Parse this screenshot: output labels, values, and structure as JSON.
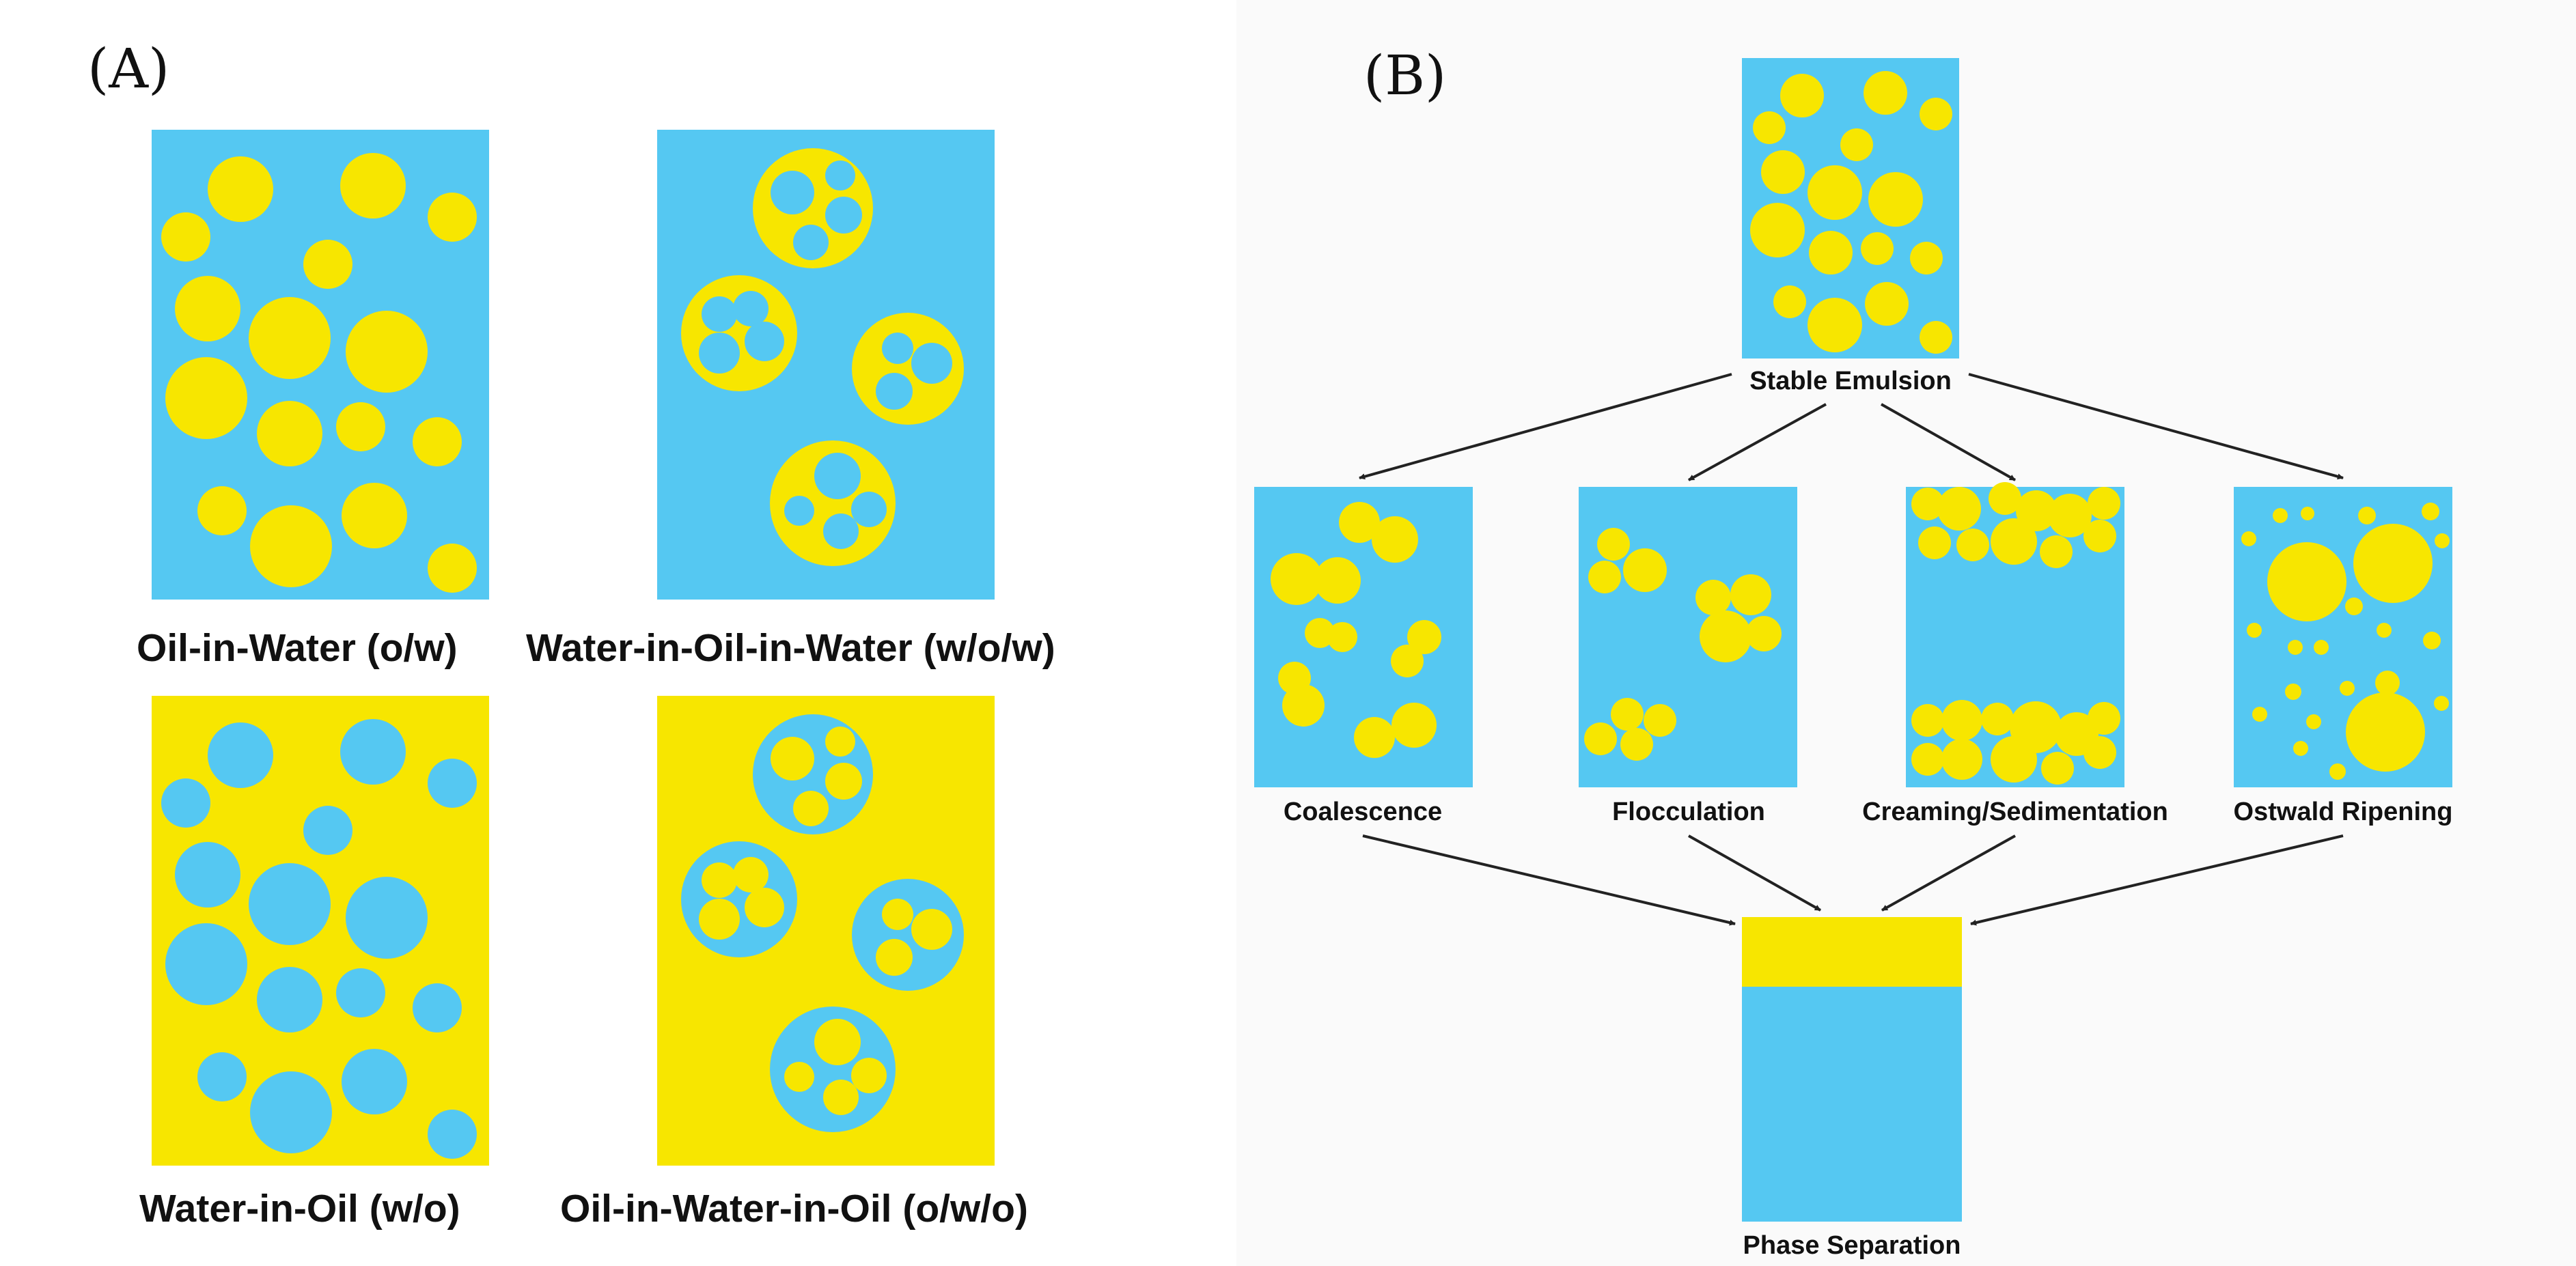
{
  "colors": {
    "water": "#55c8f2",
    "oil": "#f7e600",
    "arrow": "#222222",
    "text": "#111111",
    "panel_b_background": "#fafafa"
  },
  "panel_a": {
    "letter": "(A)",
    "types": [
      {
        "key": "ow",
        "caption": "Oil-in-Water (o/w)"
      },
      {
        "key": "wow",
        "caption": "Water-in-Oil-in-Water (w/o/w)"
      },
      {
        "key": "wo",
        "caption": "Water-in-Oil (w/o)"
      },
      {
        "key": "owo",
        "caption": "Oil-in-Water-in-Oil (o/w/o)"
      }
    ]
  },
  "panel_b": {
    "letter": "(B)",
    "start": {
      "key": "stable",
      "label": "Stable Emulsion"
    },
    "mechanisms": [
      {
        "key": "coalescence",
        "label": "Coalescence"
      },
      {
        "key": "flocculation",
        "label": "Flocculation"
      },
      {
        "key": "creaming",
        "label": "Creaming/Sedimentation"
      },
      {
        "key": "ostwald",
        "label": "Ostwald Ripening"
      }
    ],
    "end": {
      "key": "phase",
      "label": "Phase Separation"
    }
  }
}
